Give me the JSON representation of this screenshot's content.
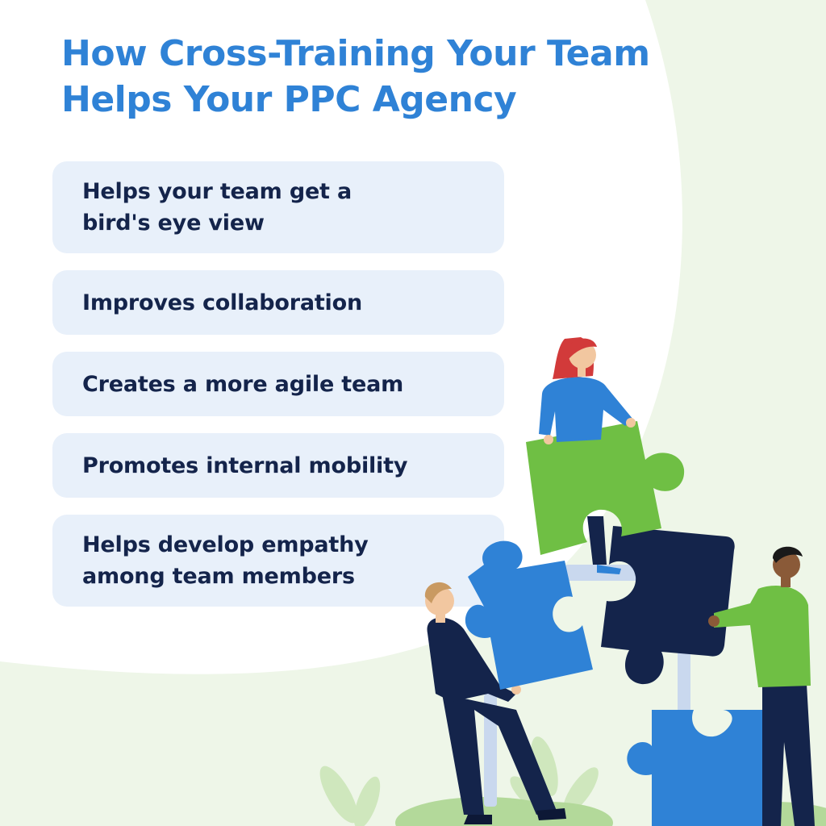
{
  "title": {
    "line1": "How Cross-Training Your Team",
    "line2": "Helps Your PPC Agency"
  },
  "benefits": [
    {
      "line1": "Helps your team get a",
      "line2": "bird's eye view"
    },
    {
      "line1": "Improves collaboration"
    },
    {
      "line1": "Creates a more agile team"
    },
    {
      "line1": "Promotes internal mobility"
    },
    {
      "line1": "Helps develop empathy",
      "line2": "among team members"
    }
  ],
  "colors": {
    "title": "#2f82d6",
    "card_background": "#e8f0fa",
    "card_text": "#14244b",
    "background_accent": "#eef6e8",
    "puzzle_green": "#6fbf44",
    "puzzle_blue": "#2f82d6",
    "puzzle_navy": "#14244b"
  },
  "illustration": {
    "subject": "people-assembling-puzzle-pieces"
  }
}
